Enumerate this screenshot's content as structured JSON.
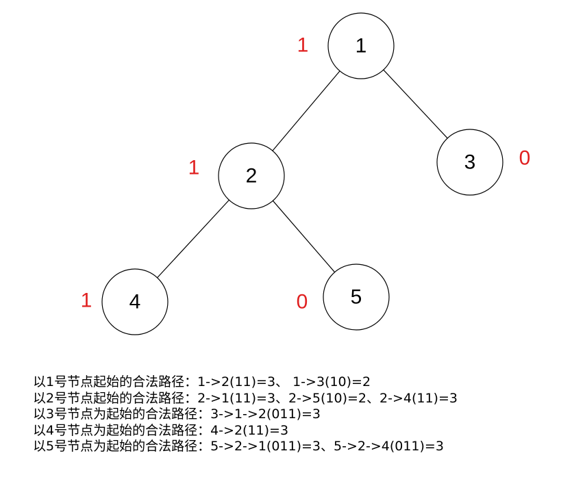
{
  "colors": {
    "bit_label": "#e02020",
    "node_text": "#000000",
    "line": "#000000"
  },
  "tree": {
    "nodes": [
      {
        "id": "1",
        "label": "1",
        "bit": "1"
      },
      {
        "id": "2",
        "label": "2",
        "bit": "1"
      },
      {
        "id": "3",
        "label": "3",
        "bit": "0"
      },
      {
        "id": "4",
        "label": "4",
        "bit": "1"
      },
      {
        "id": "5",
        "label": "5",
        "bit": "0"
      }
    ],
    "edges": [
      {
        "from": "1",
        "to": "2"
      },
      {
        "from": "1",
        "to": "3"
      },
      {
        "from": "2",
        "to": "4"
      },
      {
        "from": "2",
        "to": "5"
      }
    ]
  },
  "paths": [
    "以1号节点起始的合法路径：1->2(11)=3、 1->3(10)=2",
    "以2号节点起始的合法路径：2->1(11)=3、2->5(10)=2、2->4(11)=3",
    "以3号节点为起始的合法路径：3->1->2(011)=3",
    "以4号节点为起始的合法路径：4->2(11)=3",
    "以5号节点为起始的合法路径：5->2->1(011)=3、5->2->4(011)=3"
  ]
}
